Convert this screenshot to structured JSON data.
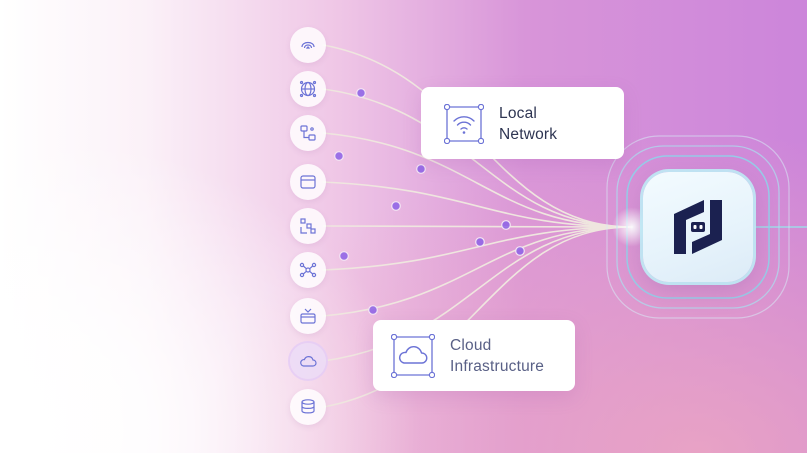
{
  "cards": {
    "local": {
      "line1": "Local",
      "line2": "Network",
      "icon": "wifi-icon"
    },
    "cloud": {
      "line1": "Cloud",
      "line2": "Infrastructure",
      "icon": "cloud-icon"
    }
  },
  "sources": [
    {
      "icon": "fingerprint-icon"
    },
    {
      "icon": "globe-icon"
    },
    {
      "icon": "nodes-icon"
    },
    {
      "icon": "window-icon"
    },
    {
      "icon": "blocks-icon"
    },
    {
      "icon": "network-graph-icon"
    },
    {
      "icon": "payment-card-icon"
    },
    {
      "icon": "cloud-icon",
      "active": true
    },
    {
      "icon": "database-icon"
    }
  ],
  "hub": {
    "icon": "logo-icon"
  },
  "colors": {
    "accent": "#8c62e6",
    "wire": "#eee4dc",
    "icon_stroke": "#6c73d6",
    "logo": "#1b2150",
    "ring": "#8fdcec"
  }
}
